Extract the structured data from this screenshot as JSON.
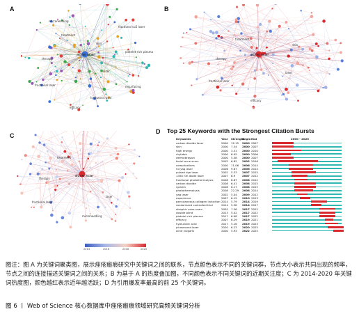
{
  "panels": {
    "a": {
      "letter": "A",
      "labels": {
        "hub": "acne scar",
        "tech": "treatment",
        "n1": "fractional laser",
        "n2": "laser",
        "n3": "fractional co2 laser",
        "n4": "therapy",
        "n5": "resurfacing",
        "n6": "efficacy",
        "n7": "skin",
        "n8": "microneedling",
        "n9": "platelet-rich plasma",
        "n10": "hyaluronic acid"
      }
    },
    "b": {
      "letter": "B",
      "labels": {
        "hub": "acne scar",
        "n1": "treatment",
        "n2": "fractional laser",
        "n3": "laser",
        "n4": "therapy",
        "n5": "efficacy",
        "n6": "skin"
      }
    },
    "c": {
      "letter": "C",
      "labels": {
        "hub": "acne scar",
        "n1": "treatment",
        "n2": "fractional laser",
        "n3": "laser",
        "n4": "therapy",
        "n5": "microneedling"
      },
      "legend_ticks": [
        "2014",
        "2016",
        "2018",
        "2020"
      ]
    },
    "d": {
      "letter": "D",
      "title": "Top 25 Keywords with the Strongest Citation Bursts"
    }
  },
  "burst_table": {
    "headers": {
      "keywords": "Keywords",
      "year": "Year",
      "strength": "Strength",
      "begin": "Begin",
      "end": "End",
      "range": "2000 - 2025"
    },
    "rows": [
      {
        "kw": "carbon dioxide laser",
        "year": "2000",
        "strength": "12.15",
        "begin": "2000",
        "end": "2007"
      },
      {
        "kw": "skin",
        "year": "2000",
        "strength": "7.54",
        "begin": "2000",
        "end": "2007"
      },
      {
        "kw": "high energy",
        "year": "2000",
        "strength": "3.31",
        "begin": "2000",
        "end": "2010"
      },
      {
        "kw": "rhytides",
        "year": "2000",
        "strength": "6.05",
        "begin": "2000",
        "end": "2006"
      },
      {
        "kw": "dermabrasion",
        "year": "2000",
        "strength": "5.58",
        "begin": "2000",
        "end": "2007"
      },
      {
        "kw": "facial acne scars",
        "year": "2002",
        "strength": "6.82",
        "begin": "2002",
        "end": "2016"
      },
      {
        "kw": "complications",
        "year": "2000",
        "strength": "11.06",
        "begin": "2006",
        "end": "2014"
      },
      {
        "kw": "nd yag laser",
        "year": "2006",
        "strength": "9.67",
        "begin": "2006",
        "end": "2014"
      },
      {
        "kw": "pulsed dye laser",
        "year": "2002",
        "strength": "5.33",
        "begin": "2007",
        "end": "2015"
      },
      {
        "kw": "1450 nm diode laser",
        "year": "2007",
        "strength": "6.9",
        "begin": "2007",
        "end": "2012"
      },
      {
        "kw": "fractional photothermolysis",
        "year": "2008",
        "strength": "8.87",
        "begin": "2008",
        "end": "2012"
      },
      {
        "kw": "carbon dioxide",
        "year": "2008",
        "strength": "6.41",
        "begin": "2008",
        "end": "2015"
      },
      {
        "kw": "system",
        "year": "2008",
        "strength": "6.17",
        "begin": "2008",
        "end": "2015"
      },
      {
        "kw": "photothermolysis",
        "year": "2008",
        "strength": "22.29",
        "begin": "2008",
        "end": "2014"
      },
      {
        "kw": "yag laser",
        "year": "2002",
        "strength": "5.04",
        "begin": "2009",
        "end": "2012"
      },
      {
        "kw": "experience",
        "year": "2007",
        "strength": "6.19",
        "begin": "2010",
        "end": "2013"
      },
      {
        "kw": "percutaneous collagen induction",
        "year": "2014",
        "strength": "5.79",
        "begin": "2014",
        "end": "2019"
      },
      {
        "kw": "randomized controlled trial",
        "year": "2014",
        "strength": "5.58",
        "begin": "2014",
        "end": "2017"
      },
      {
        "kw": "atrophic acne scars",
        "year": "2002",
        "strength": "7.36",
        "begin": "2017",
        "end": "2022"
      },
      {
        "kw": "double blind",
        "year": "2013",
        "strength": "5.42",
        "begin": "2017",
        "end": "2022"
      },
      {
        "kw": "platelet rich plasma",
        "year": "2017",
        "strength": "6.08",
        "begin": "2017",
        "end": "2022"
      },
      {
        "kw": "efficacy",
        "year": "2007",
        "strength": "6.29",
        "begin": "2019",
        "end": "2021"
      },
      {
        "kw": "hyaluronic acid",
        "year": "2017",
        "strength": "5.16",
        "begin": "2019",
        "end": "2023"
      },
      {
        "kw": "picosecond laser",
        "year": "2020",
        "strength": "6.23",
        "begin": "2020",
        "end": "2025"
      },
      {
        "kw": "acne vulgaris",
        "year": "2000",
        "strength": "5.93",
        "begin": "2022",
        "end": "2025"
      }
    ]
  },
  "caption": {
    "note": "图注：图 A 为关键词聚类图，展示痤疮瘢痕研究中关键词之间的联系，节点颜色表示不同的关键词群，节点大小表示共同出现的频率，节点之间的连接描述关键词之间的关系；B 为基于 A 的热度叠加图，不同颜色表示不同关键词的近期关注度；C 为 2014-2020 年关键词热度图，颜色越红表示近年越活跃；D 为引用爆发率最高的前 25 个关键词。",
    "title": "图 6 丨 Web of Science 核心数据库中痤疮瘢痕领域研究高频关键词分析"
  },
  "colors": {
    "burst_red": "#d8292f",
    "burst_track": "#2fb7b1"
  }
}
